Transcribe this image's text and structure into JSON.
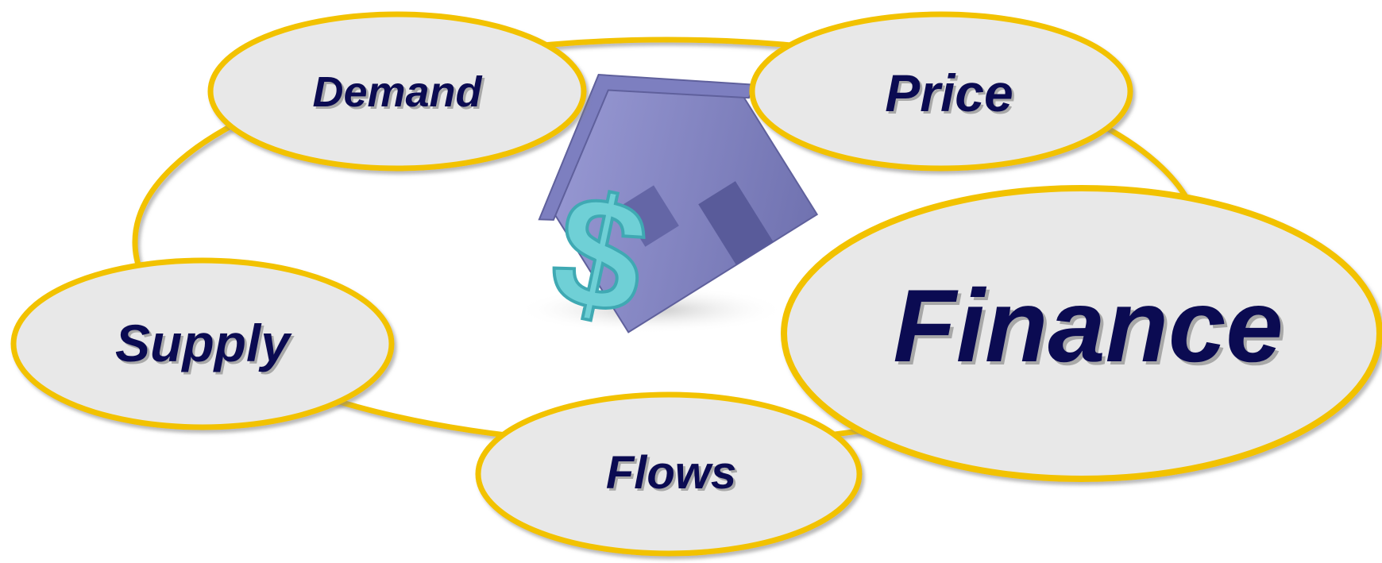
{
  "nodes": {
    "demand": {
      "label": "Demand"
    },
    "price": {
      "label": "Price"
    },
    "supply": {
      "label": "Supply"
    },
    "finance": {
      "label": "Finance"
    },
    "flows": {
      "label": "Flows"
    }
  },
  "colors": {
    "ring": "#f2c200",
    "node_fill": "#e8e8e8",
    "node_stroke": "#f2c200",
    "label_text": "#0b0b52",
    "label_shadow": "#a8a8a8",
    "house": "#8a8bc8",
    "house_dark": "#6f70ad",
    "dollar": "#6fd0d6",
    "dollar_dark": "#3fa9b3"
  },
  "icons": {
    "center": "house-dollar-icon"
  }
}
